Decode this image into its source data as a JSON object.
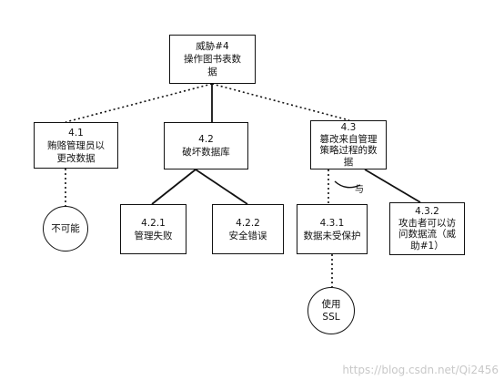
{
  "nodes": {
    "n4": {
      "line1": "威胁#4",
      "line2": "操作图书表数",
      "line3": "据"
    },
    "n41": {
      "line1": "4.1",
      "line2": "贿赂管理员以",
      "line3": "更改数据"
    },
    "n42": {
      "line1": "4.2",
      "line2": "破坏数据库"
    },
    "n43": {
      "line1": "4.3",
      "line2": "篡改来自管理",
      "line3": "策略过程的数",
      "line4": "据"
    },
    "nimp": {
      "line1": "不可能"
    },
    "n421": {
      "line1": "4.2.1",
      "line2": "管理失败"
    },
    "n422": {
      "line1": "4.2.2",
      "line2": "安全错误"
    },
    "n431": {
      "line1": "4.3.1",
      "line2": "数据未受保护"
    },
    "n432": {
      "line1": "4.3.2",
      "line2": "攻击者可以访",
      "line3": "问数据流（威",
      "line4": "助#1）"
    },
    "nssl": {
      "line1": "使用",
      "line2": "SSL"
    }
  },
  "and_label": "与",
  "watermark": "https://blog.csdn.net/Qi2456"
}
